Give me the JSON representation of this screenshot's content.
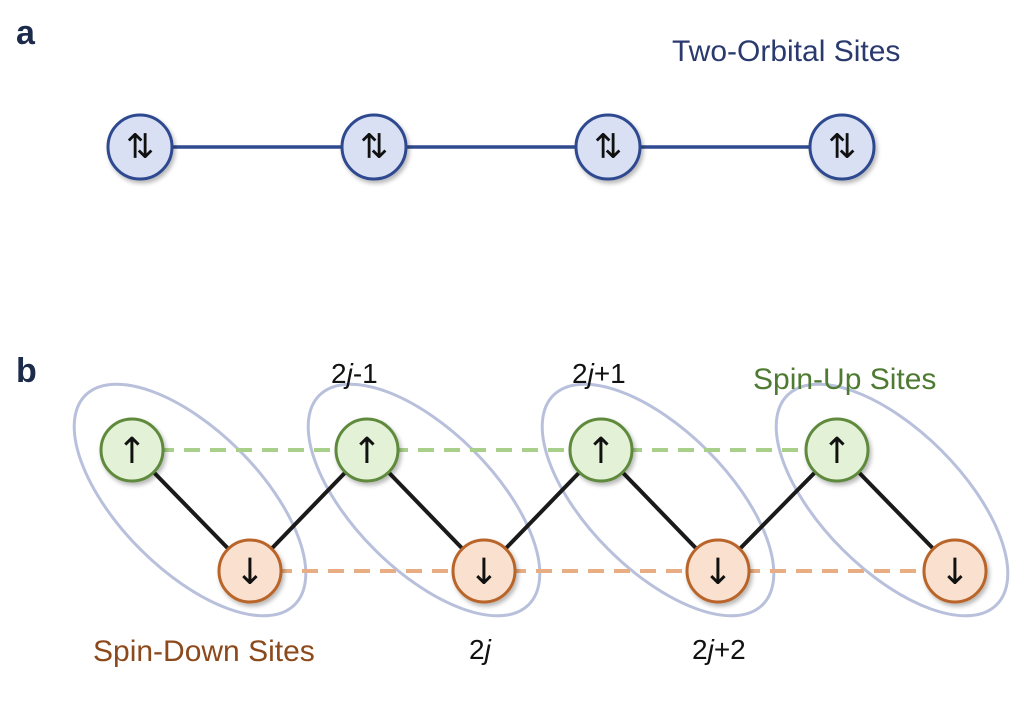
{
  "panel_a": {
    "letter": "a",
    "title": "Two-Orbital Sites",
    "site_glyph": "⇅",
    "site_count": 4
  },
  "panel_b": {
    "letter": "b",
    "up_label": "Spin-Up Sites",
    "down_label": "Spin-Down Sites",
    "up_glyph": "↑",
    "down_glyph": "↓",
    "index_labels": {
      "two_j_minus_1": "2j-1",
      "two_j_plus_1": "2j+1",
      "two_j": "2j",
      "two_j_plus_2": "2j+2"
    },
    "site_count_per_sublattice": 4
  },
  "colors": {
    "navy": "#2f4a8f",
    "navy_text": "#2a3a6e",
    "site_a_fill": "#d9e0f4",
    "up_stroke": "#5f8a3c",
    "up_fill": "#e3f2d6",
    "up_dash": "#a9d08a",
    "up_text": "#4e7a32",
    "down_stroke": "#b9652a",
    "down_fill": "#f9e0cf",
    "down_dash": "#e8ad82",
    "down_text": "#8c4a1c",
    "ellipse": "#b8c0dc",
    "bond": "#1a1a1a"
  }
}
